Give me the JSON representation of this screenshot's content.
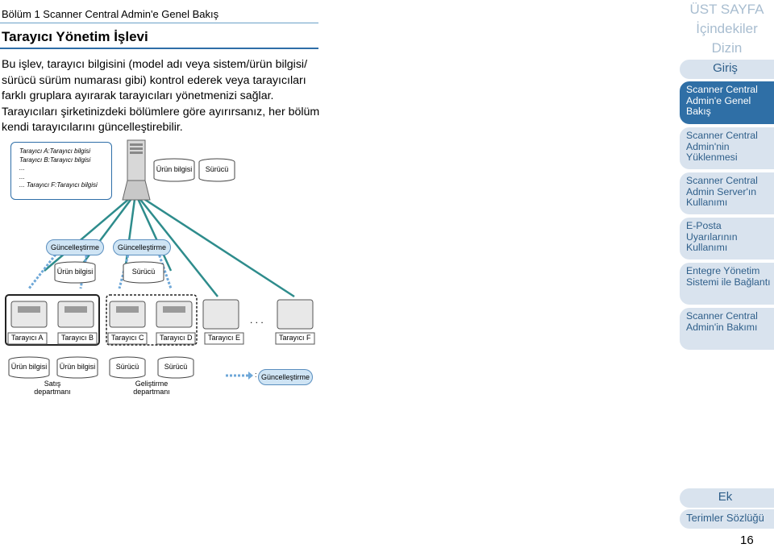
{
  "header": {
    "chapter": "Bölüm 1 Scanner Central Admin'e Genel Bakış",
    "title": "Tarayıcı Yönetim İşlevi"
  },
  "intro": {
    "p1": "Bu işlev, tarayıcı bilgisini (model adı veya sistem/ürün bilgisi/ sürücü sürüm numarası gibi) kontrol ederek veya tarayıcıları farklı gruplara ayırarak tarayıcıları yönetmenizi sağlar.",
    "p2": "Tarayıcıları şirketinizdeki bölümlere göre ayırırsanız, her bölüm kendi tarayıcılarını güncelleştirebilir."
  },
  "diagram": {
    "info_lines": [
      "Tarayıcı A:Tarayıcı bilgisi",
      "Tarayıcı B:Tarayıcı bilgisi",
      "...",
      "...",
      "... Tarayıcı F:Tarayıcı bilgisi"
    ],
    "server_db1": "Ürün bilgisi",
    "server_db2": "Sürücü",
    "update_left": "Güncelleştirme",
    "update_right": "Güncelleştirme",
    "mid_db_left": "Ürün bilgisi",
    "mid_db_right": "Sürücü",
    "scanners": [
      "Tarayıcı A",
      "Tarayıcı B",
      "Tarayıcı C",
      "Tarayıcı D",
      "Tarayıcı E",
      "Tarayıcı F"
    ],
    "ellipsis": ". . .",
    "bottom_dbs": [
      "Ürün bilgisi",
      "Ürün bilgisi",
      "Sürücü",
      "Sürücü"
    ],
    "dept_sales": "Satış departmanı",
    "dept_dev": "Geliştirme departmanı",
    "legend_colon": ":",
    "legend_label": "Güncelleştirme"
  },
  "nav": {
    "top": [
      "ÜST SAYFA",
      "İçindekiler",
      "Dizin"
    ],
    "giris": "Giriş",
    "items": [
      "Scanner Central Admin'e Genel Bakış",
      "Scanner Central Admin'nin Yüklenmesi",
      "Scanner Central Admin Server'ın Kullanımı",
      "E-Posta Uyarılarının Kullanımı",
      "Entegre Yönetim Sistemi ile Bağlantı",
      "Scanner Central Admin'in Bakımı"
    ],
    "ek": "Ek",
    "glossary": "Terimler Sözlüğü"
  },
  "page_number": "16",
  "colors": {
    "accent": "#2f6fa6",
    "pill": "#d9e3ee",
    "line": "#2e8c8c",
    "update_fill": "#cfe4f4"
  }
}
